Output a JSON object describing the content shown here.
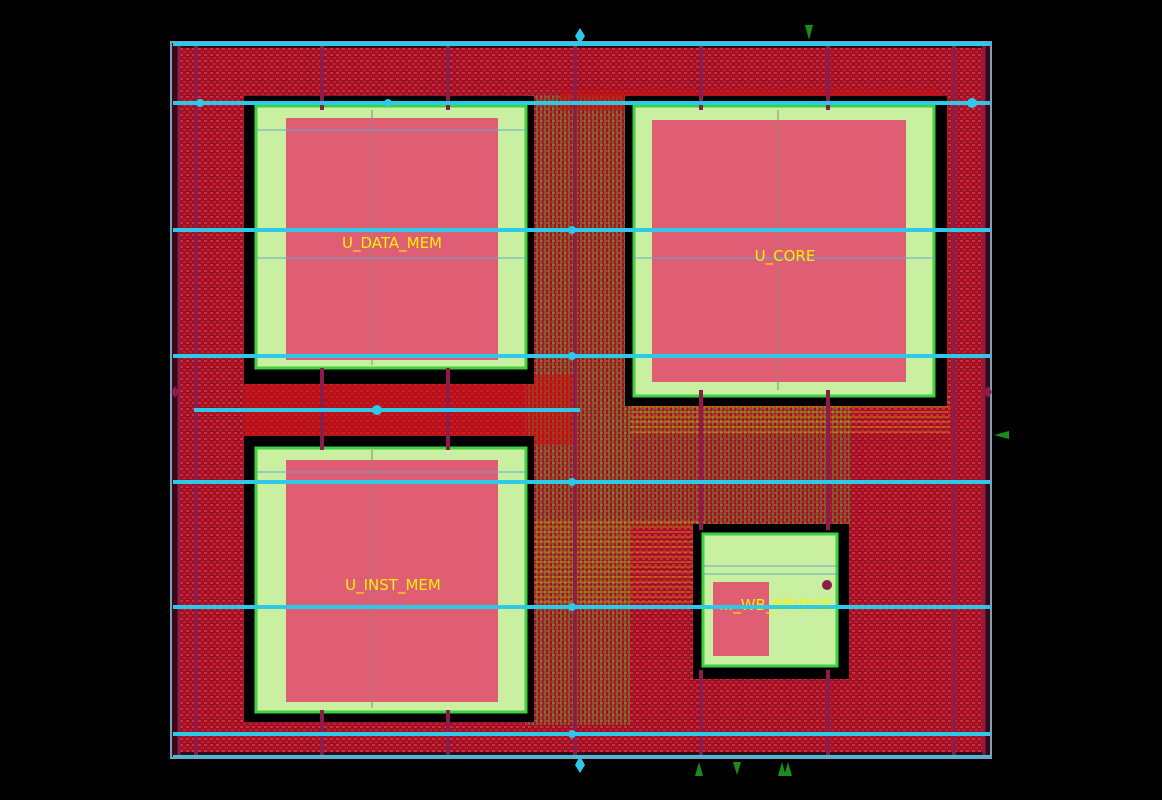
{
  "modules": [
    {
      "id": "data_mem",
      "label": "U_DATA_MEM"
    },
    {
      "id": "core",
      "label": "U_CORE"
    },
    {
      "id": "inst_mem",
      "label": "U_INST_MEM"
    },
    {
      "id": "wb_bridge",
      "label": "..._WB_BRIDGE"
    }
  ],
  "colors": {
    "background": "#000000",
    "stdcell_fill": "#b0162a",
    "macro_fill": "#e05e74",
    "macro_halo": "#c8f0a0",
    "power_strap": "#2ec8e8",
    "vertical_strap": "#8c1d4a",
    "signal_route": "#30c020",
    "label": "#f2f200",
    "pin": "#1a8c1a"
  },
  "icons": [
    "io-pin-icon",
    "power-via-icon"
  ]
}
